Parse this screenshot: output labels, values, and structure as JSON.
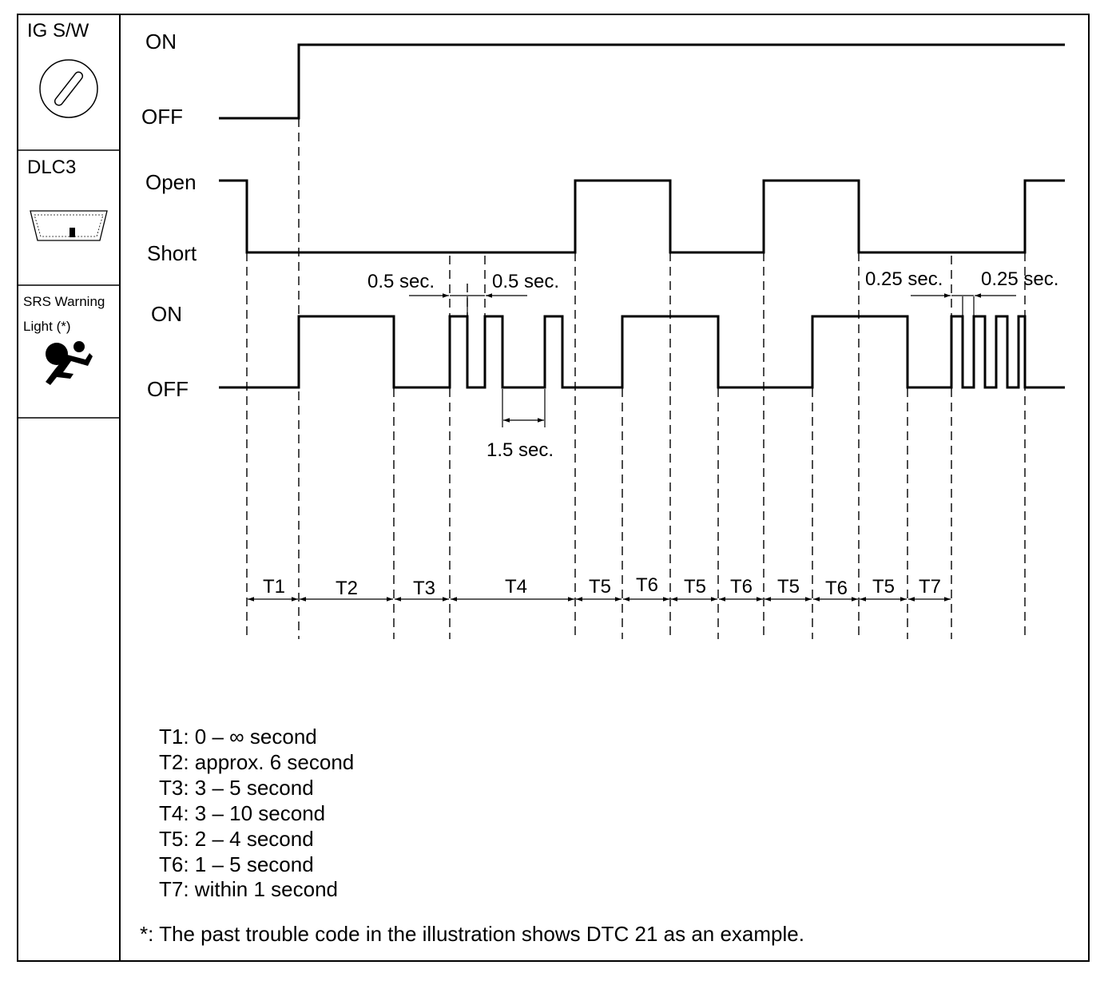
{
  "sidebar": {
    "ig_sw_label": "IG S/W",
    "dlc3_label": "DLC3",
    "srs_label_line1": "SRS Warning",
    "srs_label_line2": "Light (*)"
  },
  "signals": {
    "ig_on": "ON",
    "ig_off": "OFF",
    "dlc_open": "Open",
    "dlc_short": "Short",
    "srs_on": "ON",
    "srs_off": "OFF"
  },
  "annotations": {
    "half_sec_left": "0.5 sec.",
    "half_sec_right": "0.5 sec.",
    "one_and_half_sec": "1.5 sec.",
    "quarter_sec_left": "0.25 sec.",
    "quarter_sec_right": "0.25 sec."
  },
  "intervals": [
    "T1",
    "T2",
    "T3",
    "T4",
    "T5",
    "T6",
    "T5",
    "T6",
    "T5",
    "T6",
    "T5",
    "T7"
  ],
  "legend": [
    "T1: 0 – ∞ second",
    "T2: approx. 6 second",
    "T3: 3 – 5 second",
    "T4: 3 – 10 second",
    "T5: 2 – 4 second",
    "T6: 1 – 5 second",
    "T7: within 1 second"
  ],
  "footnote": "*: The past trouble code in the illustration shows DTC 21 as an example.",
  "icons": [
    "ignition-key-icon",
    "dlc3-connector-icon",
    "srs-airbag-icon"
  ]
}
